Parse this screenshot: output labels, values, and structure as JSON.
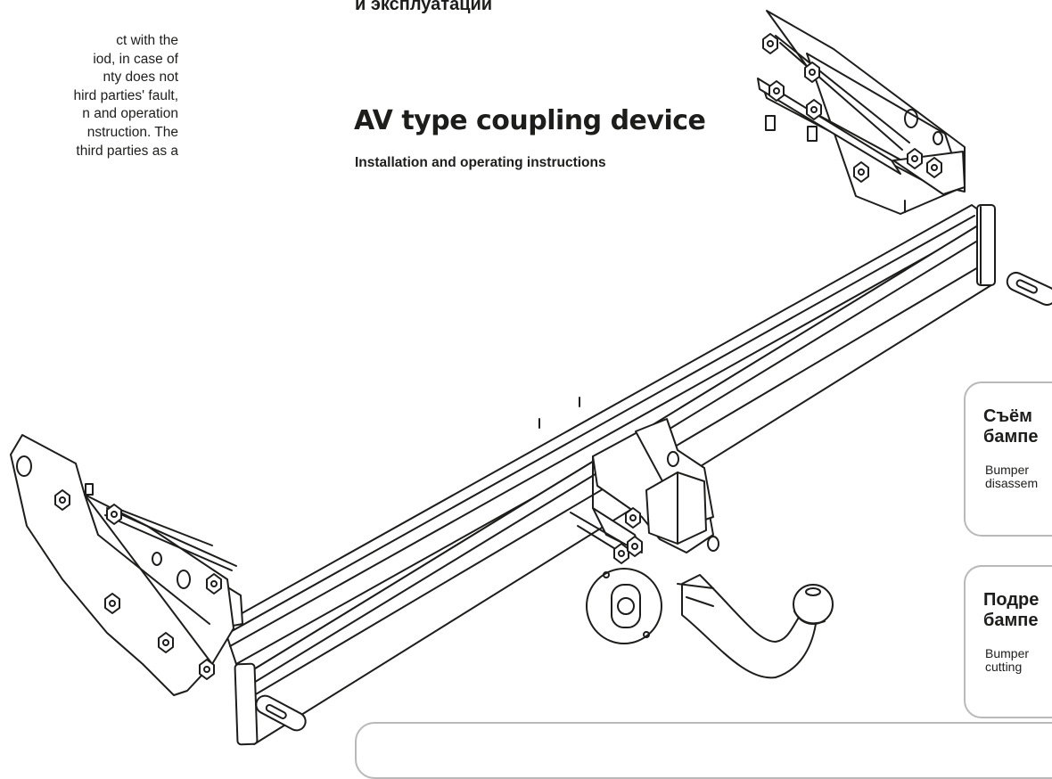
{
  "warranty_text": {
    "lines": [
      "ct with the",
      "iod, in case of",
      "nty does not",
      "hird parties' fault,",
      "n and operation",
      "nstruction. The",
      "third parties as a"
    ]
  },
  "ru_heading": {
    "lines": [
      "",
      "и эксплуатации"
    ]
  },
  "title": "AV type coupling device",
  "subtitle": "Installation and operating instructions",
  "cards": [
    {
      "title": "Съём\nбампе",
      "desc": "Bumper\ndisassem"
    },
    {
      "title": "Подре\nбампе",
      "desc": "Bumper\ncutting"
    }
  ],
  "colors": {
    "ink": "#1d1d1b",
    "frame": "#b9b9b9",
    "background": "#ffffff"
  },
  "illustration": {
    "name": "tow-bar-assembly-drawing"
  }
}
